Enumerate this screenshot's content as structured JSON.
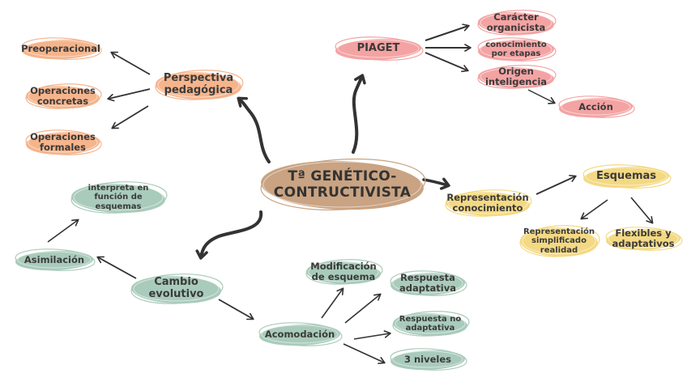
{
  "title": "Tª GENÉTICO-CONTRUCTIVISTA",
  "colors": {
    "center": "#c9a382",
    "pink": "#f4a3a3",
    "orange": "#f5b48c",
    "green": "#a9cbbb",
    "yellow": "#f4d983",
    "arrow": "#333333"
  },
  "nodes": {
    "center": {
      "line1": "Tª GENÉTICO-",
      "line2": "CONTRUCTIVISTA"
    },
    "piaget": {
      "line1": "PIAGET"
    },
    "caracter": {
      "line1": "Carácter",
      "line2": "organicista"
    },
    "conocimiento": {
      "line1": "conocimiento",
      "line2": "por etapas"
    },
    "origen": {
      "line1": "Origen",
      "line2": "inteligencia"
    },
    "accion": {
      "line1": "Acción"
    },
    "perspectiva": {
      "line1": "Perspectiva",
      "line2": "pedagógica"
    },
    "preoperacional": {
      "line1": "Preoperacional"
    },
    "concretas": {
      "line1": "Operaciones",
      "line2": "concretas"
    },
    "formales": {
      "line1": "Operaciones",
      "line2": "formales"
    },
    "representacion": {
      "line1": "Representación",
      "line2": "conocimiento"
    },
    "esquemas": {
      "line1": "Esquemas"
    },
    "simplificado": {
      "line1": "Representación",
      "line2": "simplificado",
      "line3": "realidad"
    },
    "flexibles": {
      "line1": "Flexibles y",
      "line2": "adaptativos"
    },
    "cambio": {
      "line1": "Cambio",
      "line2": "evolutivo"
    },
    "asimilacion": {
      "line1": "Asimilación"
    },
    "interpreta": {
      "line1": "interpreta en",
      "line2": "función de",
      "line3": "esquemas"
    },
    "acomodacion": {
      "line1": "Acomodación"
    },
    "modificacion": {
      "line1": "Modificación",
      "line2": "de esquema"
    },
    "adaptativa": {
      "line1": "Respuesta",
      "line2": "adaptativa"
    },
    "noadaptativa": {
      "line1": "Respuesta no",
      "line2": "adaptativa"
    },
    "niveles": {
      "line1": "3 niveles"
    }
  }
}
